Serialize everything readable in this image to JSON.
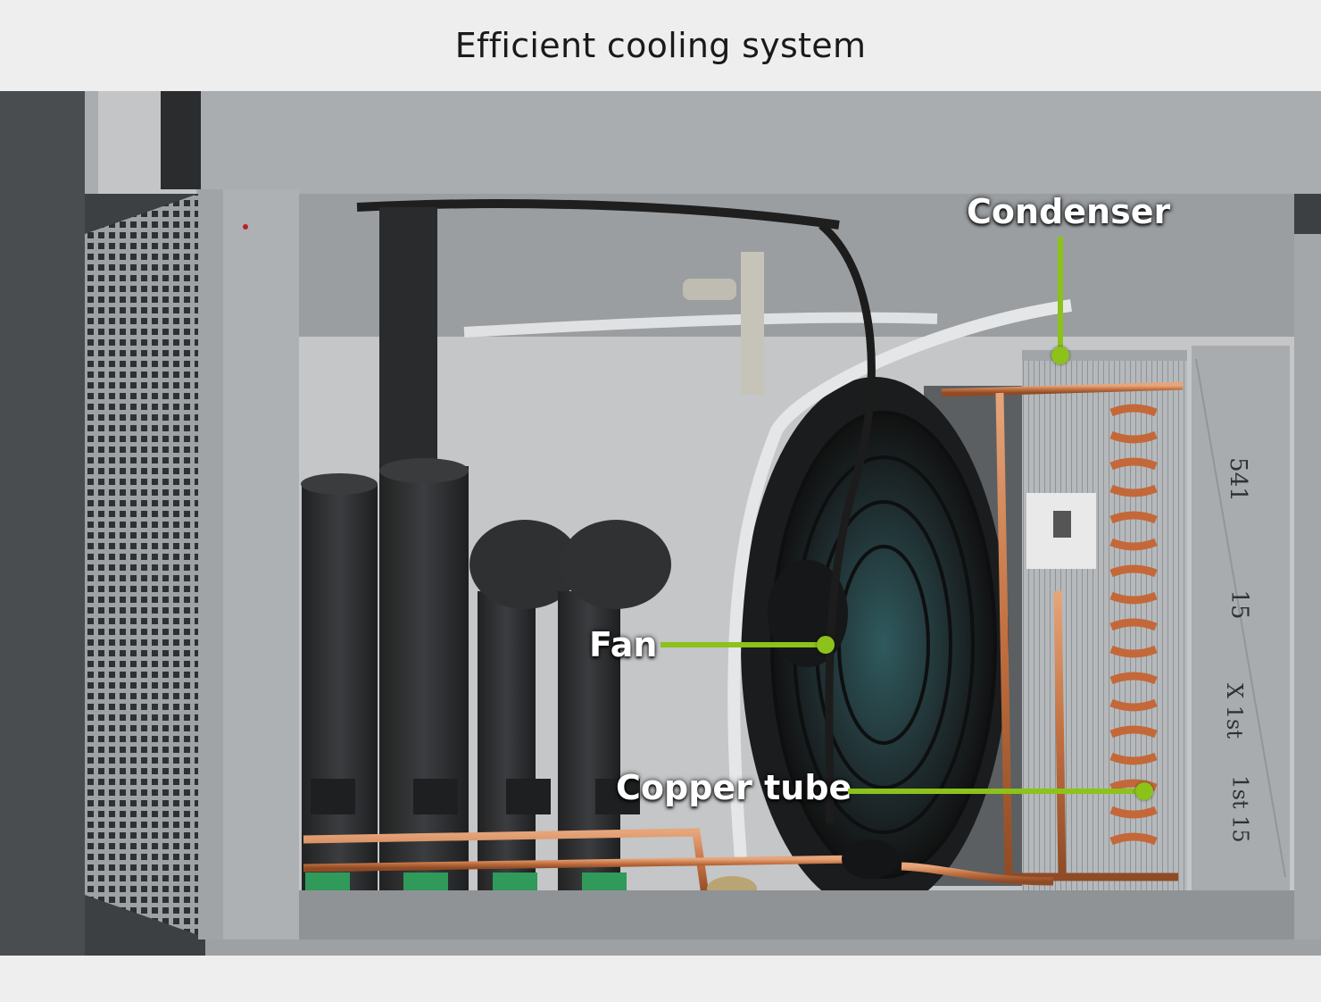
{
  "title": "Efficient cooling system",
  "labels": {
    "condenser": "Condenser",
    "fan": "Fan",
    "copper_tube": "Copper tube"
  },
  "handwriting": [
    "541",
    "15",
    "X 1st",
    "1st 15"
  ],
  "colors": {
    "accent": "#8cc21a",
    "cabinet": "#a7abae",
    "interior": "#c9cbcc",
    "foam": "#2f3133",
    "copper": "#c97a45"
  }
}
